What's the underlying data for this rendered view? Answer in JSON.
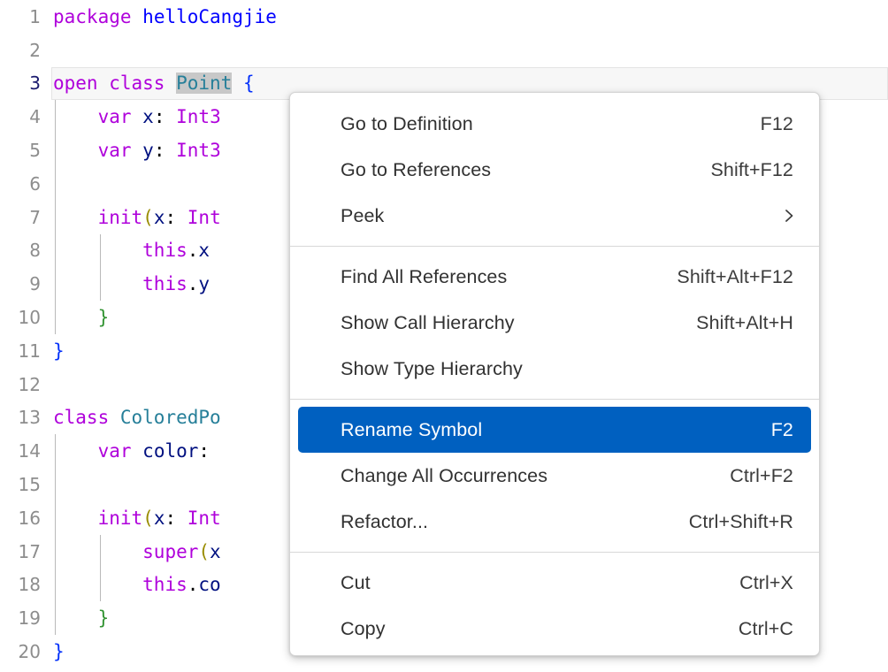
{
  "editor": {
    "language": "cangjie",
    "selected_symbol": "Point",
    "gutter_start": 1,
    "lines": [
      {
        "n": "1",
        "active": false,
        "indent_guides": 0,
        "tokens": [
          {
            "t": "package",
            "c": "kw"
          },
          {
            "t": " ",
            "c": "plain"
          },
          {
            "t": "helloCangjie",
            "c": "pkg"
          }
        ]
      },
      {
        "n": "2",
        "active": false,
        "indent_guides": 0,
        "tokens": []
      },
      {
        "n": "3",
        "active": true,
        "indent_guides": 0,
        "tokens": [
          {
            "t": "open",
            "c": "kw"
          },
          {
            "t": " ",
            "c": "plain"
          },
          {
            "t": "class",
            "c": "kw"
          },
          {
            "t": " ",
            "c": "plain"
          },
          {
            "t": "Point",
            "c": "type",
            "selected": true
          },
          {
            "t": " ",
            "c": "plain"
          },
          {
            "t": "{",
            "c": "brace"
          }
        ]
      },
      {
        "n": "4",
        "active": false,
        "indent_guides": 1,
        "tokens": [
          {
            "t": "    ",
            "c": "plain"
          },
          {
            "t": "var",
            "c": "kw"
          },
          {
            "t": " ",
            "c": "plain"
          },
          {
            "t": "x",
            "c": "var"
          },
          {
            "t": ":",
            "c": "op"
          },
          {
            "t": " ",
            "c": "plain"
          },
          {
            "t": "Int3",
            "c": "kw"
          }
        ]
      },
      {
        "n": "5",
        "active": false,
        "indent_guides": 1,
        "tokens": [
          {
            "t": "    ",
            "c": "plain"
          },
          {
            "t": "var",
            "c": "kw"
          },
          {
            "t": " ",
            "c": "plain"
          },
          {
            "t": "y",
            "c": "var"
          },
          {
            "t": ":",
            "c": "op"
          },
          {
            "t": " ",
            "c": "plain"
          },
          {
            "t": "Int3",
            "c": "kw"
          }
        ]
      },
      {
        "n": "6",
        "active": false,
        "indent_guides": 1,
        "tokens": []
      },
      {
        "n": "7",
        "active": false,
        "indent_guides": 1,
        "tokens": [
          {
            "t": "    ",
            "c": "plain"
          },
          {
            "t": "init",
            "c": "kw"
          },
          {
            "t": "(",
            "c": "paren"
          },
          {
            "t": "x",
            "c": "var"
          },
          {
            "t": ":",
            "c": "op"
          },
          {
            "t": " ",
            "c": "plain"
          },
          {
            "t": "Int",
            "c": "kw"
          }
        ]
      },
      {
        "n": "8",
        "active": false,
        "indent_guides": 2,
        "tokens": [
          {
            "t": "        ",
            "c": "plain"
          },
          {
            "t": "this",
            "c": "kw"
          },
          {
            "t": ".",
            "c": "op"
          },
          {
            "t": "x",
            "c": "var"
          }
        ]
      },
      {
        "n": "9",
        "active": false,
        "indent_guides": 2,
        "tokens": [
          {
            "t": "        ",
            "c": "plain"
          },
          {
            "t": "this",
            "c": "kw"
          },
          {
            "t": ".",
            "c": "op"
          },
          {
            "t": "y",
            "c": "var"
          }
        ]
      },
      {
        "n": "10",
        "active": false,
        "indent_guides": 1,
        "tokens": [
          {
            "t": "    ",
            "c": "plain"
          },
          {
            "t": "}",
            "c": "brace2"
          }
        ]
      },
      {
        "n": "11",
        "active": false,
        "indent_guides": 0,
        "tokens": [
          {
            "t": "}",
            "c": "brace"
          }
        ]
      },
      {
        "n": "12",
        "active": false,
        "indent_guides": 0,
        "tokens": []
      },
      {
        "n": "13",
        "active": false,
        "indent_guides": 0,
        "tokens": [
          {
            "t": "class",
            "c": "kw"
          },
          {
            "t": " ",
            "c": "plain"
          },
          {
            "t": "ColoredPo",
            "c": "type"
          }
        ]
      },
      {
        "n": "14",
        "active": false,
        "indent_guides": 1,
        "tokens": [
          {
            "t": "    ",
            "c": "plain"
          },
          {
            "t": "var",
            "c": "kw"
          },
          {
            "t": " ",
            "c": "plain"
          },
          {
            "t": "color",
            "c": "var"
          },
          {
            "t": ":",
            "c": "op"
          },
          {
            "t": " ",
            "c": "plain"
          }
        ]
      },
      {
        "n": "15",
        "active": false,
        "indent_guides": 1,
        "tokens": []
      },
      {
        "n": "16",
        "active": false,
        "indent_guides": 1,
        "tokens": [
          {
            "t": "    ",
            "c": "plain"
          },
          {
            "t": "init",
            "c": "kw"
          },
          {
            "t": "(",
            "c": "paren"
          },
          {
            "t": "x",
            "c": "var"
          },
          {
            "t": ":",
            "c": "op"
          },
          {
            "t": " ",
            "c": "plain"
          },
          {
            "t": "Int",
            "c": "kw"
          }
        ]
      },
      {
        "n": "17",
        "active": false,
        "indent_guides": 2,
        "tokens": [
          {
            "t": "        ",
            "c": "plain"
          },
          {
            "t": "super",
            "c": "kw"
          },
          {
            "t": "(",
            "c": "paren"
          },
          {
            "t": "x",
            "c": "var"
          }
        ]
      },
      {
        "n": "18",
        "active": false,
        "indent_guides": 2,
        "tokens": [
          {
            "t": "        ",
            "c": "plain"
          },
          {
            "t": "this",
            "c": "kw"
          },
          {
            "t": ".",
            "c": "op"
          },
          {
            "t": "co",
            "c": "var"
          }
        ]
      },
      {
        "n": "19",
        "active": false,
        "indent_guides": 1,
        "tokens": [
          {
            "t": "    ",
            "c": "plain"
          },
          {
            "t": "}",
            "c": "brace2"
          }
        ]
      },
      {
        "n": "20",
        "active": false,
        "indent_guides": 0,
        "tokens": [
          {
            "t": "}",
            "c": "brace"
          }
        ]
      }
    ]
  },
  "context_menu": {
    "selected_item": "Rename Symbol",
    "groups": [
      {
        "items": [
          {
            "label": "Go to Definition",
            "accel": "F12",
            "submenu": false,
            "selected": false,
            "name": "go-to-definition"
          },
          {
            "label": "Go to References",
            "accel": "Shift+F12",
            "submenu": false,
            "selected": false,
            "name": "go-to-references"
          },
          {
            "label": "Peek",
            "accel": "",
            "submenu": true,
            "selected": false,
            "name": "peek"
          }
        ]
      },
      {
        "items": [
          {
            "label": "Find All References",
            "accel": "Shift+Alt+F12",
            "submenu": false,
            "selected": false,
            "name": "find-all-references"
          },
          {
            "label": "Show Call Hierarchy",
            "accel": "Shift+Alt+H",
            "submenu": false,
            "selected": false,
            "name": "show-call-hierarchy"
          },
          {
            "label": "Show Type Hierarchy",
            "accel": "",
            "submenu": false,
            "selected": false,
            "name": "show-type-hierarchy"
          }
        ]
      },
      {
        "items": [
          {
            "label": "Rename Symbol",
            "accel": "F2",
            "submenu": false,
            "selected": true,
            "name": "rename-symbol"
          },
          {
            "label": "Change All Occurrences",
            "accel": "Ctrl+F2",
            "submenu": false,
            "selected": false,
            "name": "change-all-occurrences"
          },
          {
            "label": "Refactor...",
            "accel": "Ctrl+Shift+R",
            "submenu": false,
            "selected": false,
            "name": "refactor"
          }
        ]
      },
      {
        "items": [
          {
            "label": "Cut",
            "accel": "Ctrl+X",
            "submenu": false,
            "selected": false,
            "name": "cut"
          },
          {
            "label": "Copy",
            "accel": "Ctrl+C",
            "submenu": false,
            "selected": false,
            "name": "copy"
          }
        ]
      }
    ],
    "submenu_icon": "chevron-right-icon"
  },
  "colors": {
    "accent": "#0060c0",
    "keyword": "#af00db",
    "package": "#0000ff",
    "type": "#267f99",
    "variable": "#001080",
    "selection": "#c8c8c8",
    "gutter": "#8d8d8d"
  }
}
